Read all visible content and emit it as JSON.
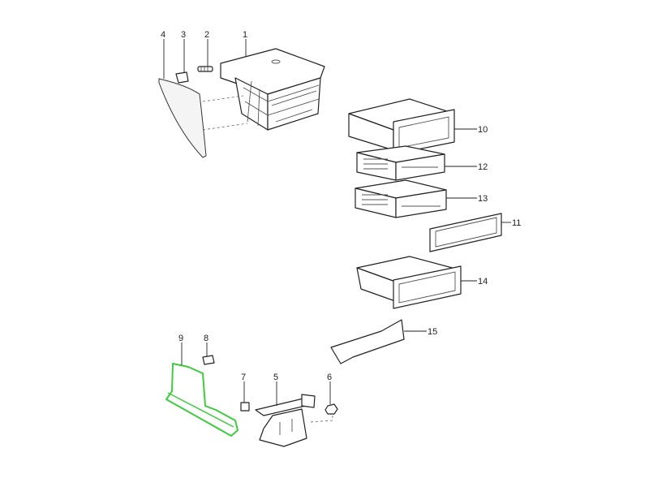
{
  "diagram": {
    "parts": [
      {
        "number": "1",
        "name": "frame"
      },
      {
        "number": "2",
        "name": "screw"
      },
      {
        "number": "3",
        "name": "clip"
      },
      {
        "number": "4",
        "name": "trim-panel"
      },
      {
        "number": "5",
        "name": "bracket"
      },
      {
        "number": "6",
        "name": "nut"
      },
      {
        "number": "7",
        "name": "clip-nut"
      },
      {
        "number": "8",
        "name": "clip"
      },
      {
        "number": "9",
        "name": "side-trim",
        "highlighted": true
      },
      {
        "number": "10",
        "name": "storage-compartment"
      },
      {
        "number": "11",
        "name": "cover-frame"
      },
      {
        "number": "12",
        "name": "cassette-box"
      },
      {
        "number": "13",
        "name": "cassette-box"
      },
      {
        "number": "14",
        "name": "storage-compartment"
      },
      {
        "number": "15",
        "name": "trim"
      }
    ],
    "highlight_color": "#3ecb3e"
  }
}
